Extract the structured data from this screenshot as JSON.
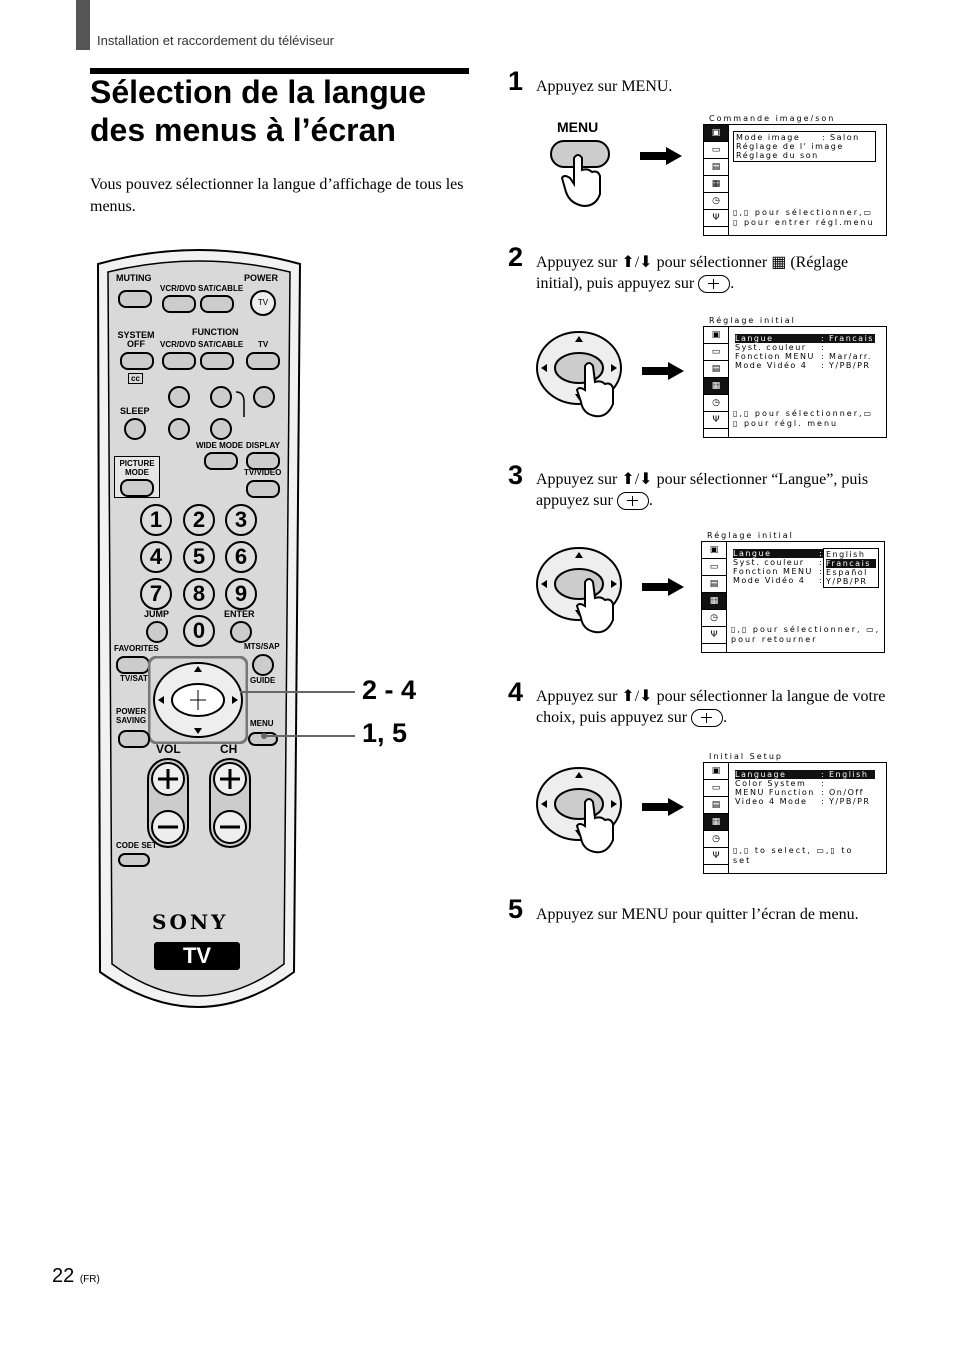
{
  "header": {
    "section": "Installation et raccordement du téléviseur"
  },
  "title": "Sélection de la langue des menus à l’écran",
  "intro": "Vous pouvez sélectionner la langue d’affichage de tous les menus.",
  "callouts": [
    "2 - 4",
    "1, 5"
  ],
  "page": {
    "number": "22",
    "suffix": "(FR)"
  },
  "steps": [
    {
      "num": "1",
      "text": "Appuyez sur MENU."
    },
    {
      "num": "2",
      "text_a": "Appuyez sur ",
      "arrows": "/",
      "text_b": " pour sélectionner ",
      "text_c": " (Réglage initial), puis appuyez sur ",
      "text_d": "."
    },
    {
      "num": "3",
      "text_a": "Appuyez sur ",
      "arrows": "/",
      "text_b": " pour sélectionner “Langue”, puis appuyez sur ",
      "text_c": "."
    },
    {
      "num": "4",
      "text_a": "Appuyez sur ",
      "arrows": "/",
      "text_b": " pour sélectionner la langue de votre choix, puis appuyez sur ",
      "text_c": "."
    },
    {
      "num": "5",
      "text": "Appuyez sur MENU pour quitter l’écran de menu."
    }
  ],
  "menu_button_label": "MENU",
  "osd1": {
    "title": "Commande image/son",
    "rows": [
      {
        "k": "Mode image",
        "sep": ":",
        "v": "Salon"
      },
      {
        "k": "Réglage de l' image",
        "sep": "",
        "v": ""
      },
      {
        "k": "Réglage du son",
        "sep": "",
        "v": ""
      }
    ],
    "hint1": "▯,▯ pour sélectionner,▭",
    "hint2": "▯ pour entrer régl.menu"
  },
  "osd2": {
    "title": "Réglage initial",
    "rows": [
      {
        "k": "Langue",
        "sep": ":",
        "v": "Francais"
      },
      {
        "k": "Syst. couleur",
        "sep": ":",
        "v": ""
      },
      {
        "k": "Fonction MENU",
        "sep": ":",
        "v": "Mar/arr."
      },
      {
        "k": "Mode Vidéo 4",
        "sep": ":",
        "v": "Y/PB/PR"
      }
    ],
    "hint1": "▯,▯ pour sélectionner,▭",
    "hint2": "▯ pour régl. menu"
  },
  "osd3": {
    "title": "Réglage initial",
    "rows": [
      {
        "k": "Langue",
        "sep": ":",
        "v": ""
      },
      {
        "k": "Syst. couleur",
        "sep": ":",
        "v": ""
      },
      {
        "k": "Fonction MENU",
        "sep": ":",
        "v": ""
      },
      {
        "k": "Mode Vidéo 4",
        "sep": ":",
        "v": ""
      }
    ],
    "options": [
      "English",
      "Francais",
      "Español",
      "Y/PB/PR"
    ],
    "hint1": "▯,▯ pour sélectionner, ▭,",
    "hint2": "pour retourner"
  },
  "osd4": {
    "title": "Initial Setup",
    "rows": [
      {
        "k": "Language",
        "sep": ":",
        "v": "English"
      },
      {
        "k": "Color System",
        "sep": ":",
        "v": ""
      },
      {
        "k": "MENU Function",
        "sep": ":",
        "v": "On/Off"
      },
      {
        "k": "Video 4 Mode",
        "sep": ":",
        "v": "Y/PB/PR"
      }
    ],
    "hint1": "▯,▯ to select, ▭,▯ to",
    "hint2": "set"
  },
  "remote": {
    "muting": "MUTING",
    "power": "POWER",
    "tv_small": "TV",
    "vcr_dvd": "VCR/DVD",
    "sat_cable": "SAT/CABLE",
    "system_off": "SYSTEM OFF",
    "function": "FUNCTION",
    "tv": "TV",
    "cc": "cc",
    "sleep": "SLEEP",
    "wide_mode": "WIDE MODE",
    "display": "DISPLAY",
    "picture_mode": "PICTURE MODE",
    "tv_video": "TV/VIDEO",
    "jump": "JUMP",
    "enter": "ENTER",
    "favorites": "FAVORITES",
    "mts_sap": "MTS/SAP",
    "tv_sat": "TV/SAT",
    "guide": "GUIDE",
    "power_saving": "POWER SAVING",
    "menu": "MENU",
    "vol": "VOL",
    "ch": "CH",
    "code_set": "CODE SET",
    "brand": "SONY",
    "tv_badge": "TV",
    "digits": [
      "1",
      "2",
      "3",
      "4",
      "5",
      "6",
      "7",
      "8",
      "9",
      "0"
    ]
  }
}
